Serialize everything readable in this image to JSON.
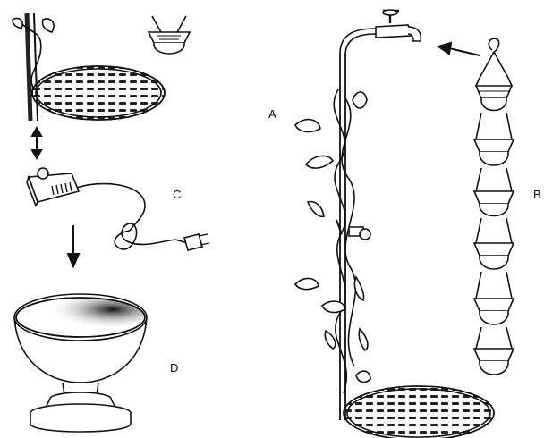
{
  "labels": {
    "a": "A",
    "b": "B",
    "c": "C",
    "d": "D"
  },
  "parts": {
    "a": "vine-stand-with-faucet",
    "b": "hanging-bell-chain",
    "c": "pump-with-power-cord",
    "d": "pedestal-basin"
  },
  "colors": {
    "ink": "#111111",
    "background": "#ffffff"
  }
}
